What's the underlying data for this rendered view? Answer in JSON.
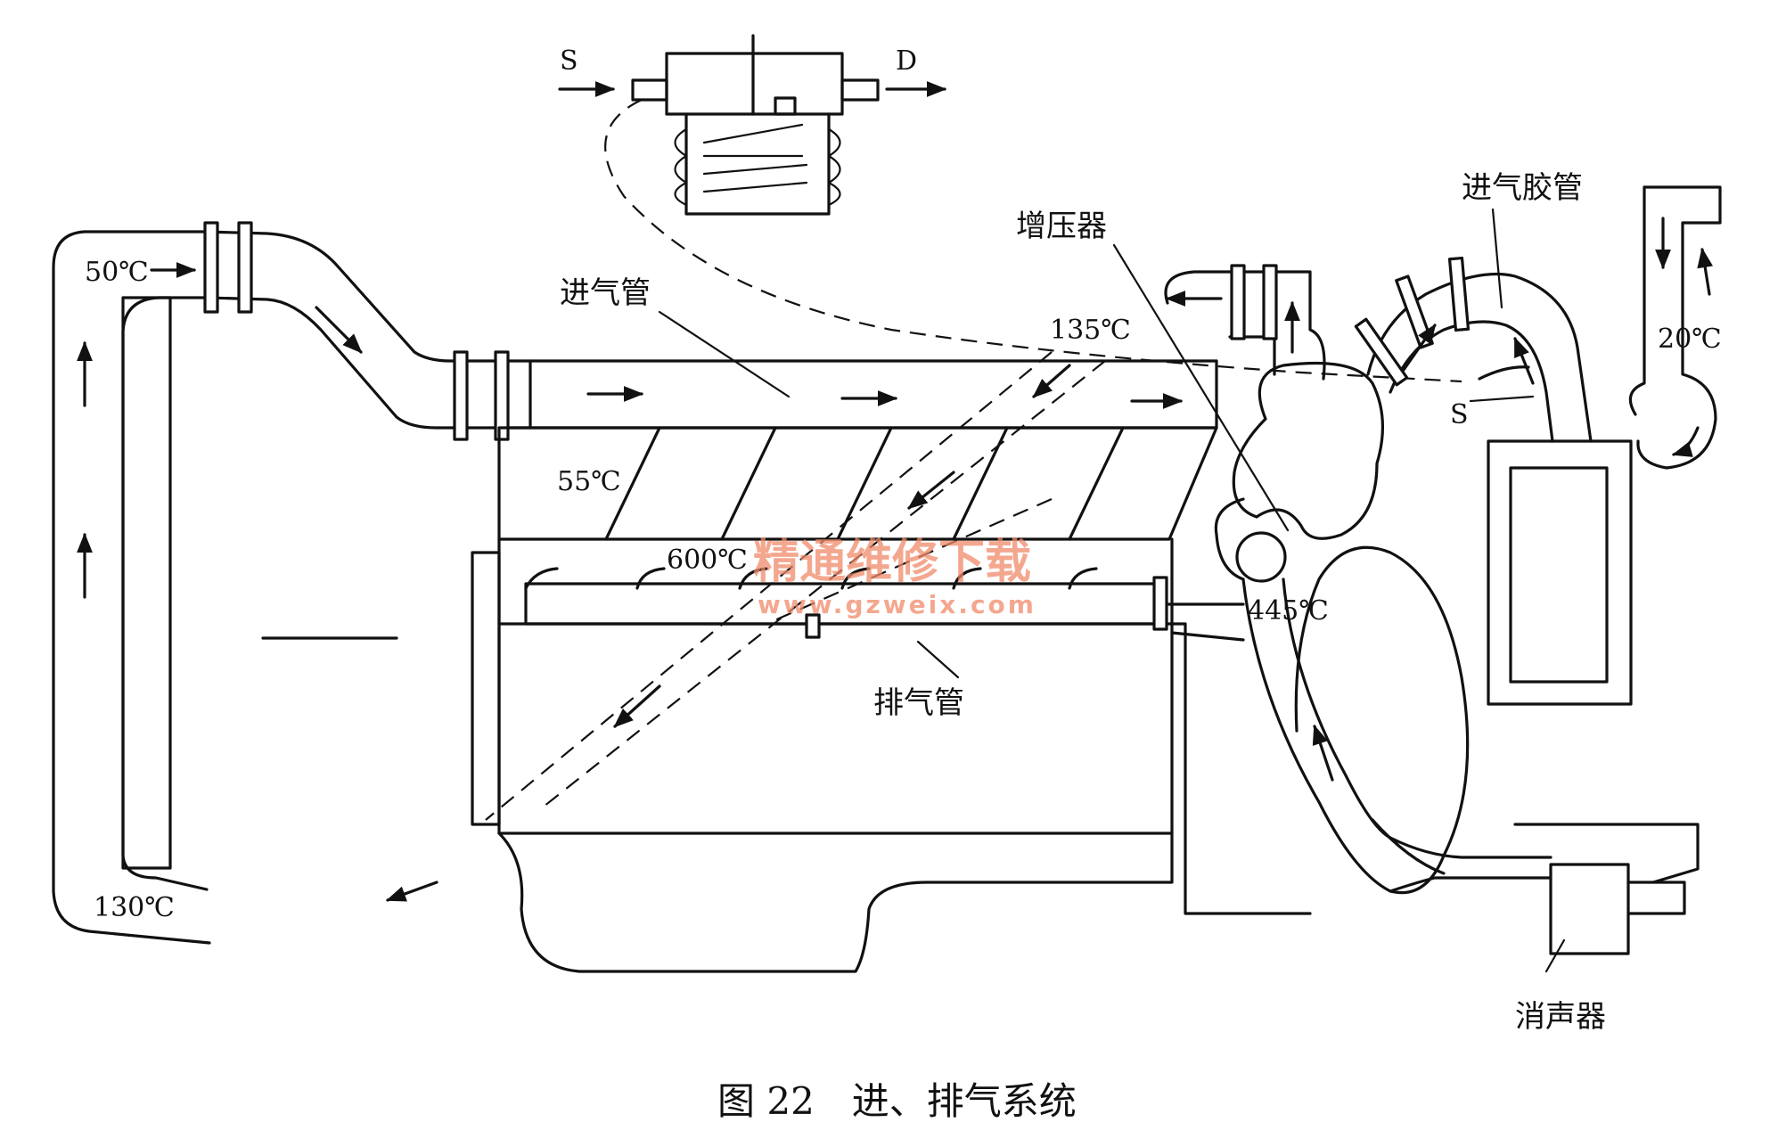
{
  "labels": {
    "intake_pipe": "进气管",
    "turbocharger": "增压器",
    "intake_hose": "进气胶管",
    "exhaust_manifold": "排气管",
    "muffler": "消声器",
    "valve_suction": "S",
    "valve_discharge": "D",
    "hose_s": "S"
  },
  "temperatures": {
    "t50": "50℃",
    "t55": "55℃",
    "t130": "130℃",
    "t135": "135℃",
    "t600": "600℃",
    "t445": "445℃",
    "t20": "20℃"
  },
  "caption": "图 22　进、排气系统",
  "watermark": {
    "line1": "精通维修下载",
    "line2": "www.gzweix.com",
    "color": "#f08a6a"
  }
}
